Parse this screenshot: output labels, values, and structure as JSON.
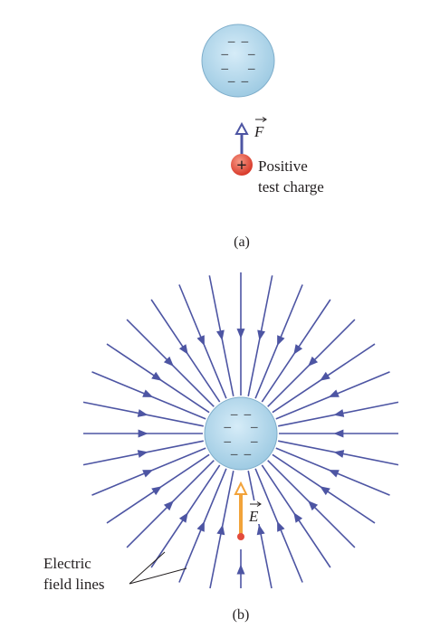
{
  "panel_a": {
    "force_symbol": "F",
    "charge_sign": "+",
    "charge_label_line1": "Positive",
    "charge_label_line2": "test charge",
    "caption": "(a)"
  },
  "panel_b": {
    "field_symbol": "E",
    "lines_label_line1": "Electric",
    "lines_label_line2": "field lines",
    "caption": "(b)",
    "field_line_count": 32
  },
  "sphere": {
    "charge_sign": "–",
    "minus_count": 8
  },
  "colors": {
    "sphere_fill": "#b9dcef",
    "field_line": "#4d55a3",
    "field_vector": "#f2a33a",
    "test_charge": "#e34b3c",
    "text": "#231f20"
  }
}
